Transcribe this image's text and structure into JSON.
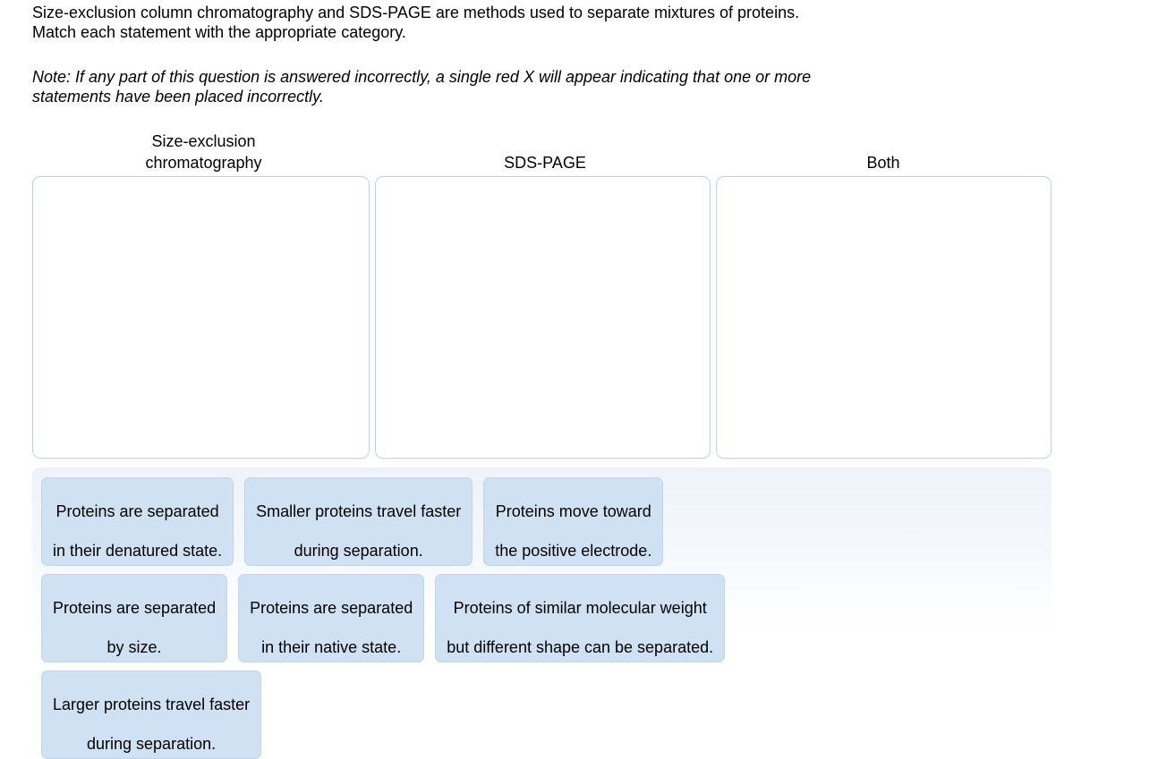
{
  "prompt": {
    "line1": "Size-exclusion column chromatography and SDS-PAGE are methods used to separate mixtures of proteins.",
    "line2": "Match each statement with the appropriate category."
  },
  "note": {
    "line1": "Note: If any part of this question is answered incorrectly, a single red X will appear indicating that one or more",
    "line2": "statements have been placed incorrectly."
  },
  "categories": [
    {
      "label_line1": "Size-exclusion",
      "label_line2": "chromatography",
      "dropzone_contents": []
    },
    {
      "label_line1": "SDS-PAGE",
      "label_line2": "",
      "dropzone_contents": []
    },
    {
      "label_line1": "Both",
      "label_line2": "",
      "dropzone_contents": []
    }
  ],
  "tile_bank": {
    "rows": [
      [
        {
          "line1": "Proteins are separated",
          "line2": "in their denatured state."
        },
        {
          "line1": "Smaller proteins travel faster",
          "line2": "during separation."
        },
        {
          "line1": "Proteins move toward",
          "line2": "the positive electrode."
        }
      ],
      [
        {
          "line1": "Proteins are separated",
          "line2": "by size."
        },
        {
          "line1": "Proteins are separated",
          "line2": "in their native state."
        },
        {
          "line1": "Proteins of similar molecular weight",
          "line2": "but different shape can be separated."
        }
      ],
      [
        {
          "line1": "Larger proteins travel faster",
          "line2": "during separation."
        }
      ]
    ]
  },
  "colors": {
    "tile_fill": "#cfe1f2",
    "tile_border": "#bed5ea",
    "dropzone_border": "#b7d3ef",
    "bank_background_top": "#eef3fa",
    "page_background": "#ffffff",
    "text": "#000000"
  }
}
